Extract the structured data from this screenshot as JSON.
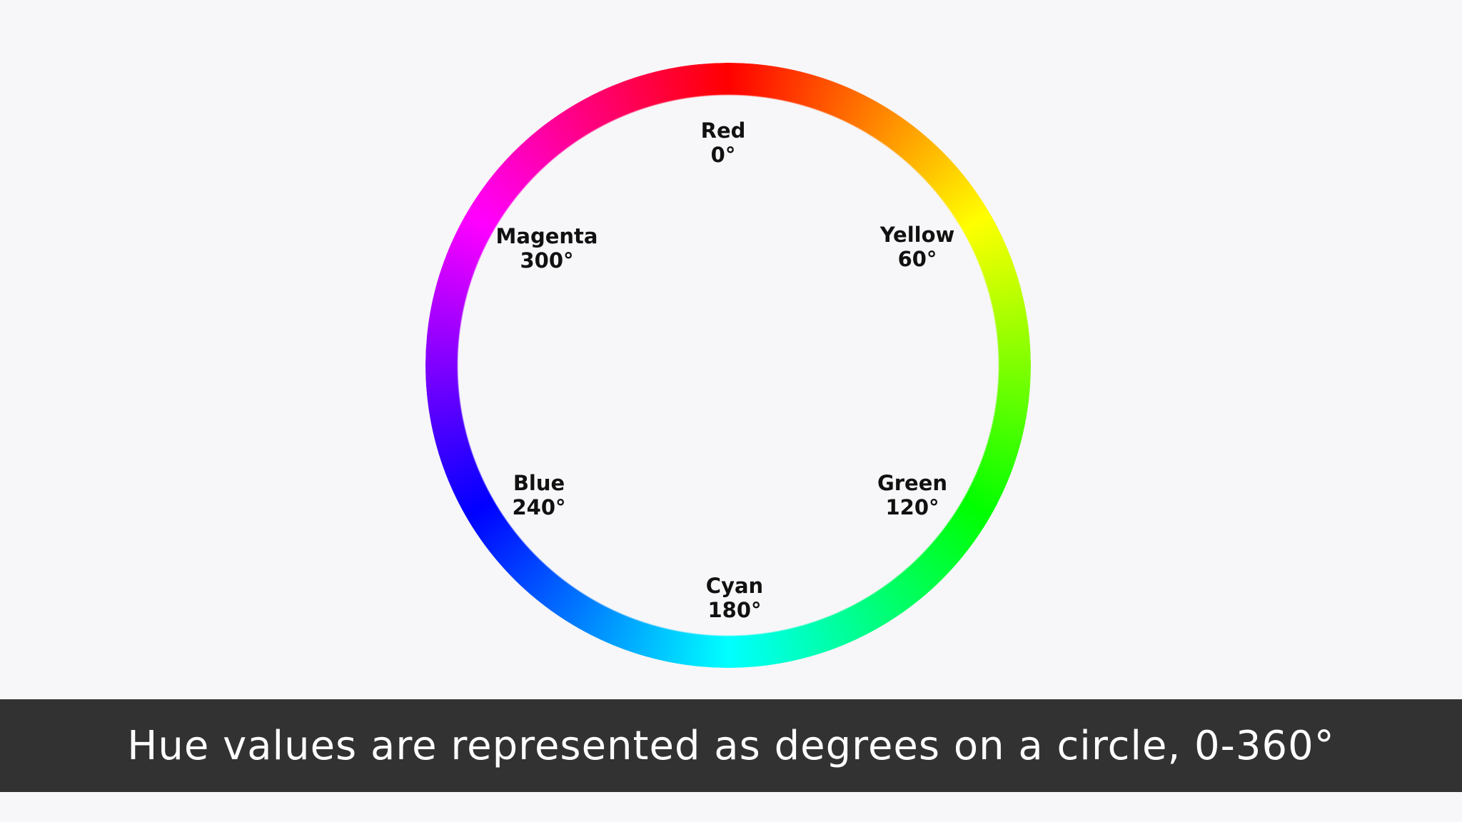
{
  "wheel": {
    "hues": [
      {
        "name": "Red",
        "degrees": "0°",
        "color": "#ff0000"
      },
      {
        "name": "Yellow",
        "degrees": "60°",
        "color": "#ffff00"
      },
      {
        "name": "Green",
        "degrees": "120°",
        "color": "#00ff00"
      },
      {
        "name": "Cyan",
        "degrees": "180°",
        "color": "#00ffff"
      },
      {
        "name": "Blue",
        "degrees": "240°",
        "color": "#0000ff"
      },
      {
        "name": "Magenta",
        "degrees": "300°",
        "color": "#ff00ff"
      }
    ]
  },
  "caption": {
    "text": "Hue values are represented as degrees on a circle, 0-360°",
    "background_color": "#323232",
    "text_color": "#ffffff"
  },
  "page": {
    "background_color": "#f7f6f8"
  }
}
